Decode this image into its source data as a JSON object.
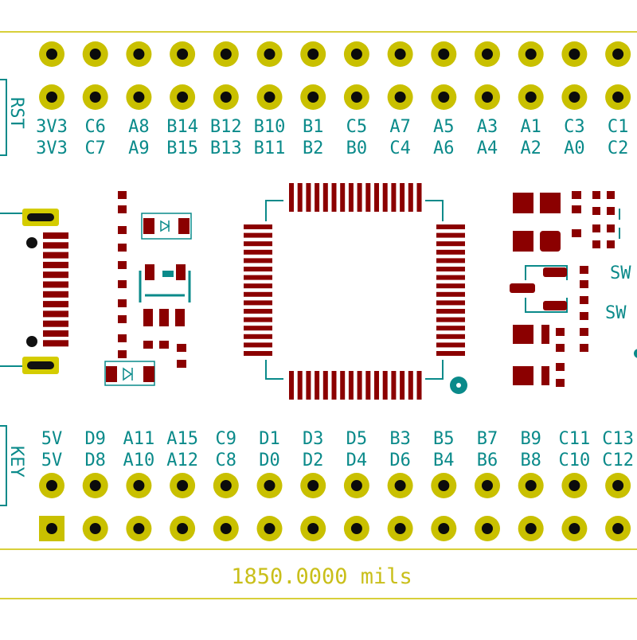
{
  "colors": {
    "edge": "#d8cf3a",
    "pad_ring": "#c9c000",
    "pad_drill": "#0b0b0b",
    "copper": "#8b0000",
    "silk": "#0a8a8a",
    "dimension": "#c9bf1a",
    "background": "#ffffff"
  },
  "top_header": {
    "row1_labels": [
      "3V3",
      "C6",
      "A8",
      "B14",
      "B12",
      "B10",
      "B1",
      "C5",
      "A7",
      "A5",
      "A3",
      "A1",
      "C3",
      "C1"
    ],
    "row2_labels": [
      "3V3",
      "C7",
      "A9",
      "B15",
      "B13",
      "B11",
      "B2",
      "B0",
      "C4",
      "A6",
      "A4",
      "A2",
      "A0",
      "C2"
    ],
    "side_label": "RST"
  },
  "bottom_header": {
    "row1_labels": [
      "5V",
      "D9",
      "A11",
      "A15",
      "C9",
      "D1",
      "D3",
      "D5",
      "B3",
      "B5",
      "B7",
      "B9",
      "C11",
      "C13"
    ],
    "row2_labels": [
      "5V",
      "D8",
      "A10",
      "A12",
      "C8",
      "D0",
      "D2",
      "D4",
      "D6",
      "B4",
      "B6",
      "B8",
      "C10",
      "C12"
    ],
    "side_label": "KEY"
  },
  "switch_labels": [
    "SW",
    "SW"
  ],
  "dimension_label": "1850.0000 mils",
  "icons": [
    "diode-icon",
    "diode-icon",
    "pin1-marker-icon",
    "usb-connector-icon"
  ]
}
